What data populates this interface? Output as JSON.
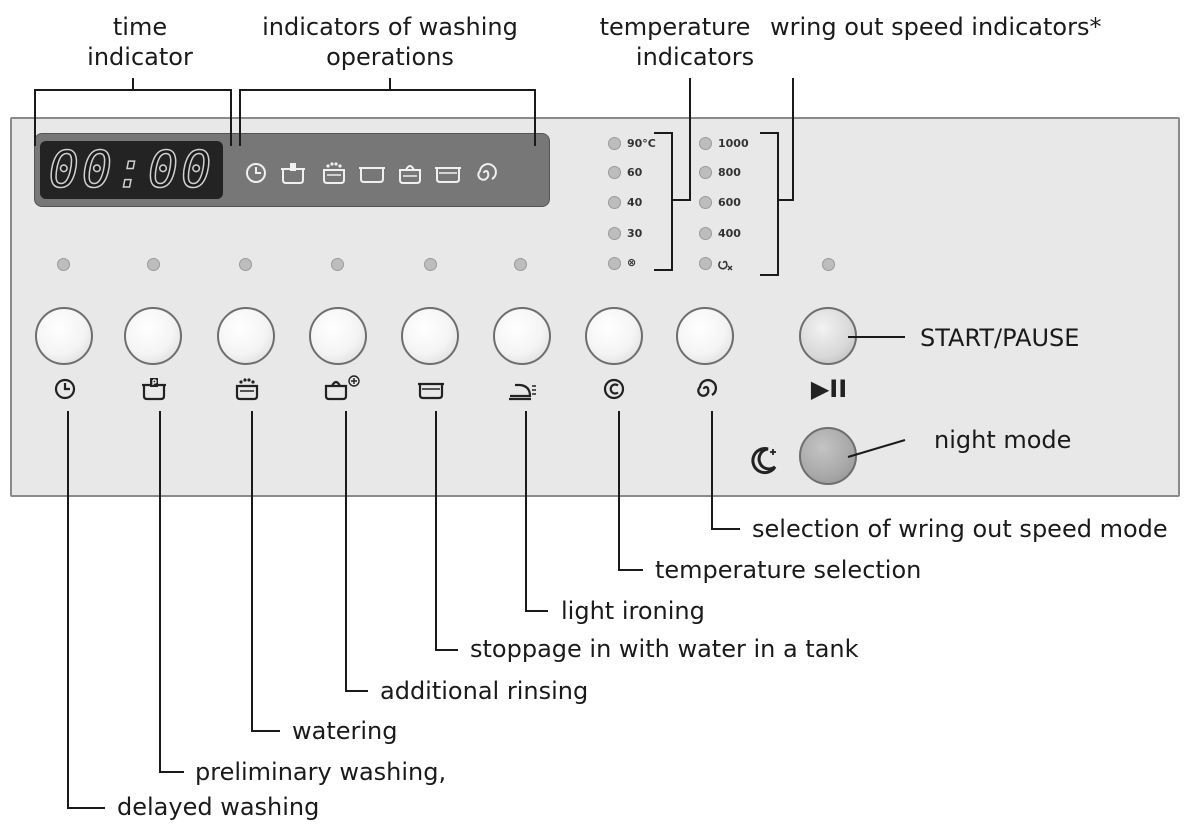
{
  "top_labels": {
    "time_indicator": [
      "time",
      "indicator"
    ],
    "washing_operations": [
      "indicators of washing",
      "operations"
    ],
    "temperature_indicators": [
      "temperature",
      "indicators"
    ],
    "spin_speed_indicators": "wring out speed indicators*"
  },
  "display": {
    "time": "00:00"
  },
  "operation_indicator_icons": [
    "clock-icon",
    "prewash-tub-icon",
    "wash-tub-icon",
    "rinse-tub-icon",
    "rinse-extra-tub-icon",
    "drain-tub-icon",
    "spiral-spin-icon"
  ],
  "temperature_leds": [
    "90°C",
    "60",
    "40",
    "30",
    "⊗"
  ],
  "spin_speed_leds": [
    "1000",
    "800",
    "600",
    "400",
    "spin-off-icon"
  ],
  "buttons": [
    {
      "icon": "clock-icon"
    },
    {
      "icon": "prewash-tub-icon"
    },
    {
      "icon": "wash-tub-icon"
    },
    {
      "icon": "rinse-plus-tub-icon"
    },
    {
      "icon": "tub-icon"
    },
    {
      "icon": "iron-icon"
    },
    {
      "icon": "temperature-c-icon"
    },
    {
      "icon": "spiral-spin-icon"
    },
    {
      "icon": "play-pause-icon"
    }
  ],
  "start_pause_symbol": "▶II",
  "right_labels": {
    "start_pause": "START/PAUSE",
    "night_mode": "night mode"
  },
  "callouts": {
    "spin_speed_mode": "selection of wring out speed mode",
    "temperature_selection": "temperature selection",
    "light_ironing": "light ironing",
    "stoppage_water": "stoppage in with water in a tank",
    "additional_rinsing": "additional rinsing",
    "watering": "watering",
    "preliminary_washing": "preliminary washing,",
    "delayed_washing": "delayed washing"
  }
}
